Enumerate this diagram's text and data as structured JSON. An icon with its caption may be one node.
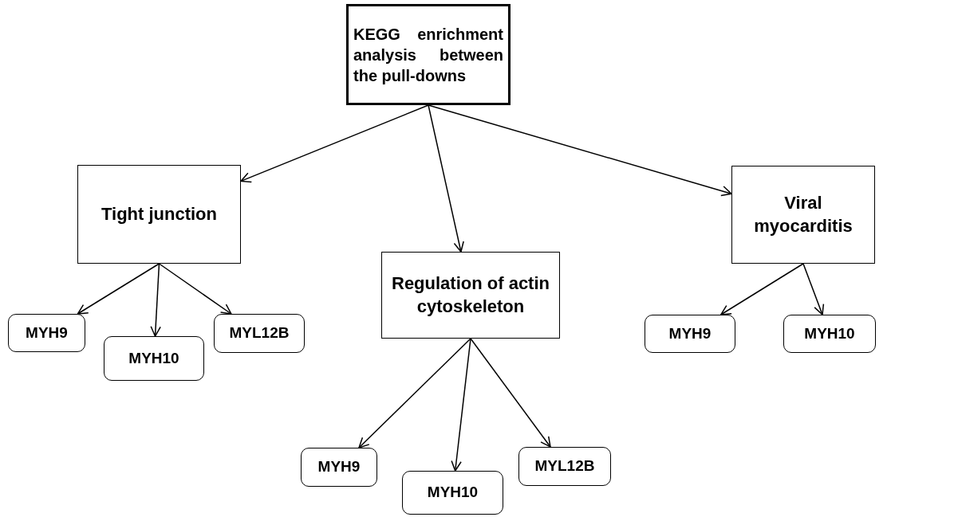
{
  "diagram": {
    "nodes": [
      {
        "text": [
          "KEGG enrichment analysis between the pull-downs"
        ]
      },
      {
        "text": [
          "Tight junction"
        ]
      },
      {
        "text": [
          "Regulation of actin cytoskeleton"
        ]
      },
      {
        "text": [
          "Viral myocarditis"
        ]
      },
      {
        "text": [
          "MYH9"
        ]
      },
      {
        "text": [
          "MYH10"
        ]
      },
      {
        "text": [
          "MYL12B"
        ]
      },
      {
        "text": [
          "MYH9"
        ]
      },
      {
        "text": [
          "MYH10"
        ]
      },
      {
        "text": [
          "MYL12B"
        ]
      },
      {
        "text": [
          "MYH9"
        ]
      },
      {
        "text": [
          "MYH10"
        ]
      }
    ],
    "edges": [
      {
        "from": 0,
        "to": 1,
        "arrow": "to"
      },
      {
        "from": 0,
        "to": 2,
        "arrow": "to"
      },
      {
        "from": 0,
        "to": 3,
        "arrow": "to"
      },
      {
        "from": 1,
        "to": 4,
        "arrow": "to"
      },
      {
        "from": 1,
        "to": 5,
        "arrow": "to"
      },
      {
        "from": 1,
        "to": 6,
        "arrow": "to"
      },
      {
        "from": 2,
        "to": 7,
        "arrow": "to"
      },
      {
        "from": 2,
        "to": 8,
        "arrow": "to"
      },
      {
        "from": 2,
        "to": 9,
        "arrow": "to"
      },
      {
        "from": 3,
        "to": 10,
        "arrow": "to"
      },
      {
        "from": 3,
        "to": 11,
        "arrow": "to"
      }
    ]
  }
}
